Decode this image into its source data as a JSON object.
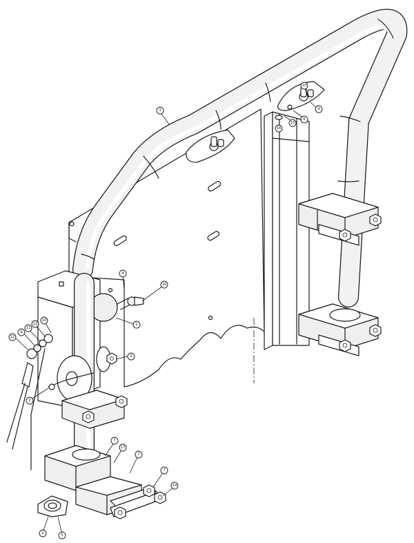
{
  "callouts": [
    {
      "id": "c3a",
      "label": "3"
    },
    {
      "id": "c10a",
      "label": "10"
    },
    {
      "id": "c9a",
      "label": "9"
    },
    {
      "id": "c8",
      "label": "8"
    },
    {
      "id": "c15",
      "label": "15"
    },
    {
      "id": "c16",
      "label": "16"
    },
    {
      "id": "c4",
      "label": "4"
    },
    {
      "id": "c10b",
      "label": "10"
    },
    {
      "id": "c1",
      "label": "1"
    },
    {
      "id": "c3b",
      "label": "3"
    },
    {
      "id": "c12",
      "label": "12"
    },
    {
      "id": "c9b",
      "label": "9"
    },
    {
      "id": "c11",
      "label": "11"
    },
    {
      "id": "c13",
      "label": "13"
    },
    {
      "id": "c10c",
      "label": "10"
    },
    {
      "id": "c2a",
      "label": "2"
    },
    {
      "id": "c7a",
      "label": "7"
    },
    {
      "id": "c17",
      "label": "17"
    },
    {
      "id": "c7b",
      "label": "7"
    },
    {
      "id": "c7c",
      "label": "7"
    },
    {
      "id": "c14",
      "label": "14"
    },
    {
      "id": "c2b",
      "label": "2"
    },
    {
      "id": "c5",
      "label": "5"
    }
  ]
}
